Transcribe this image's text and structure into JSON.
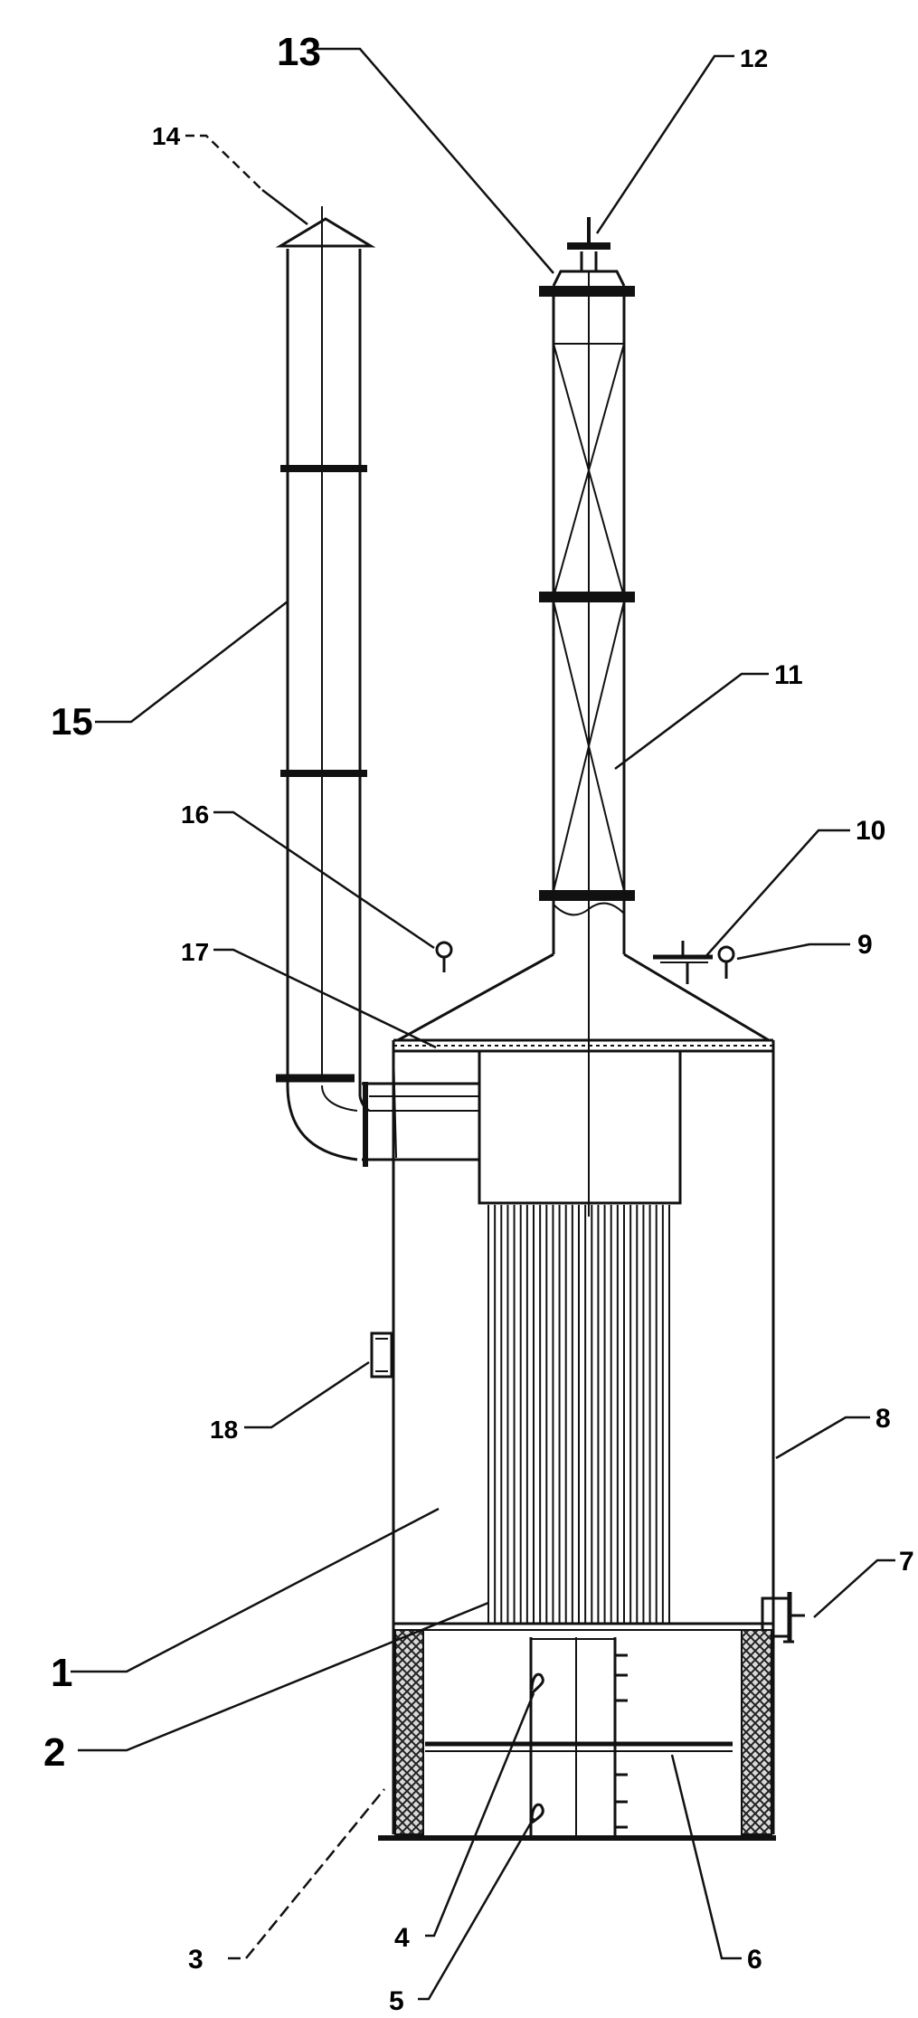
{
  "labels": {
    "l1": "1",
    "l2": "2",
    "l3": "3",
    "l4": "4",
    "l5": "5",
    "l6": "6",
    "l7": "7",
    "l8": "8",
    "l9": "9",
    "l10": "10",
    "l11": "11",
    "l12": "12",
    "l13": "13",
    "l14": "14",
    "l15": "15",
    "l16": "16",
    "l17": "17",
    "l18": "18"
  },
  "colors": {
    "line": "#111111",
    "hatch": "#222222",
    "background": "#ffffff"
  }
}
